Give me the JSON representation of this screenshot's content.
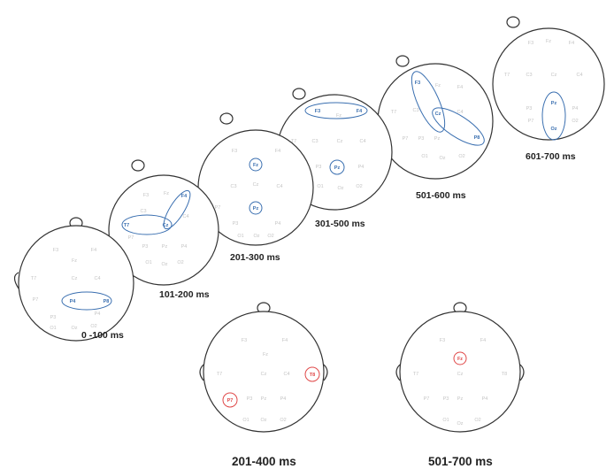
{
  "time_windows_top": [
    {
      "label": "0 -100 ms",
      "electrodes": [
        "F3",
        "Fz",
        "F4",
        "T7",
        "Cz",
        "C4",
        "P7",
        "P3",
        "P4",
        "O1",
        "Oz",
        "O2"
      ],
      "highlights": [
        "P4",
        "P8"
      ]
    },
    {
      "label": "101-200 ms",
      "electrodes": [
        "F3",
        "F4",
        "Fz",
        "C3",
        "C4",
        "P7",
        "P3",
        "Pz",
        "P4",
        "O1",
        "Oz",
        "O2"
      ],
      "highlights": [
        "T7",
        "Cz",
        "F4"
      ]
    },
    {
      "label": "201-300 ms",
      "electrodes": [
        "F3",
        "F4",
        "C3",
        "Cz",
        "C4",
        "P7",
        "P3",
        "P4",
        "O1",
        "Oz",
        "O2"
      ],
      "highlights": [
        "Fz",
        "Pz"
      ]
    },
    {
      "label": "301-500 ms",
      "electrodes": [
        "Fz",
        "T7",
        "C3",
        "Cz",
        "C4",
        "P7",
        "P3",
        "P4",
        "O1",
        "Oz",
        "O2"
      ],
      "highlights": [
        "F3",
        "F4",
        "Pz"
      ]
    },
    {
      "label": "501-600 ms",
      "electrodes": [
        "Fz",
        "T7",
        "C3",
        "C4",
        "P7",
        "P3",
        "Pz",
        "P4",
        "O1",
        "Oz",
        "O2"
      ],
      "highlights": [
        "F3",
        "Cz",
        "P8"
      ]
    },
    {
      "label": "601-700 ms",
      "electrodes": [
        "F3",
        "Fz",
        "F4",
        "T7",
        "C3",
        "Cz",
        "C4",
        "P7",
        "P3",
        "P4",
        "O1",
        "O2"
      ],
      "highlights": [
        "Pz",
        "Oz"
      ]
    }
  ],
  "time_windows_bottom": [
    {
      "label": "201-400 ms",
      "electrodes": [
        "F3",
        "Fz",
        "F4",
        "T7",
        "Cz",
        "C4",
        "P3",
        "Pz",
        "P4",
        "O1",
        "Oz",
        "O2"
      ],
      "highlights": [
        "T8",
        "P7"
      ]
    },
    {
      "label": "501-700 ms",
      "electrodes": [
        "F3",
        "F4",
        "T7",
        "Cz",
        "T8",
        "P7",
        "P3",
        "Pz",
        "P4",
        "O1",
        "Oz",
        "O2"
      ],
      "highlights": [
        "Fz"
      ]
    }
  ],
  "colors": {
    "highlight_top": "#3a6fb0",
    "highlight_bottom": "#e04848",
    "outline": "#333333"
  }
}
